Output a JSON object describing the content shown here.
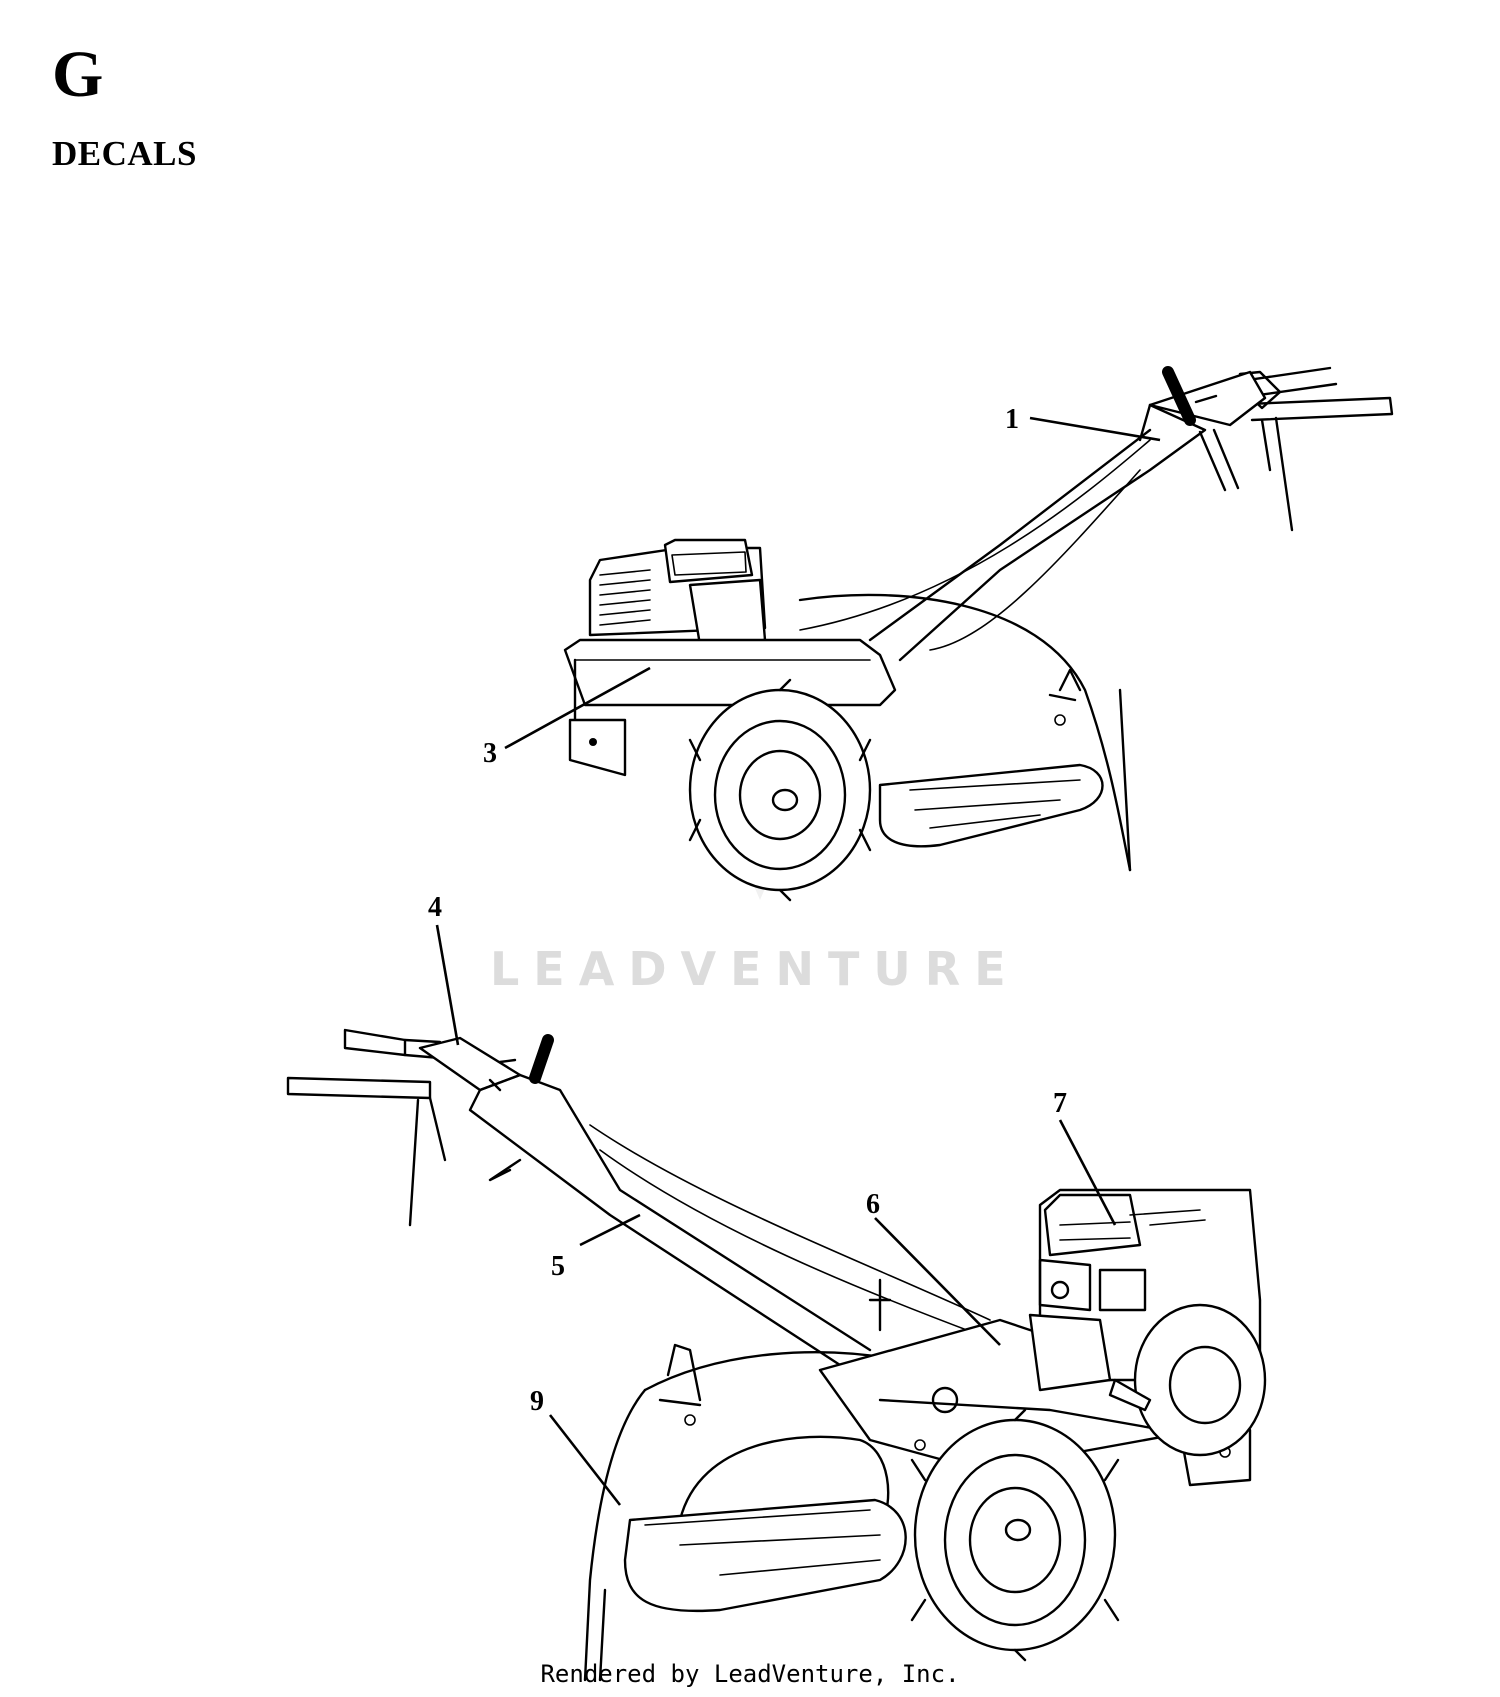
{
  "header": {
    "section_letter": "G",
    "section_title": "DECALS"
  },
  "callouts": {
    "c1": "1",
    "c3": "3",
    "c4": "4",
    "c5": "5",
    "c6": "6",
    "c7": "7",
    "c9": "9"
  },
  "watermark": {
    "text": "LEADVENTURE"
  },
  "footer": {
    "text": "Rendered by LeadVenture, Inc."
  }
}
